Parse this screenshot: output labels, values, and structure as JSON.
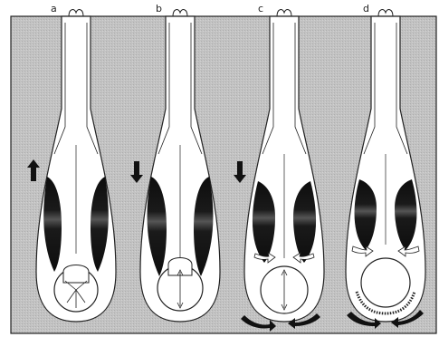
{
  "figure": {
    "colors": {
      "background": "#ffffff",
      "frame": "#222222",
      "tissue_fill": "#bdbdbd",
      "cell_fill": "#ffffff",
      "muscle_fill": "#111111",
      "outline": "#222222"
    },
    "panels": [
      {
        "label": "a",
        "movement_arrow": "up-arrow-icon"
      },
      {
        "label": "b",
        "movement_arrow": "down-arrow-icon"
      },
      {
        "label": "c",
        "movement_arrow": "down-arrow-icon"
      },
      {
        "label": "d",
        "movement_arrow": "none"
      }
    ]
  }
}
